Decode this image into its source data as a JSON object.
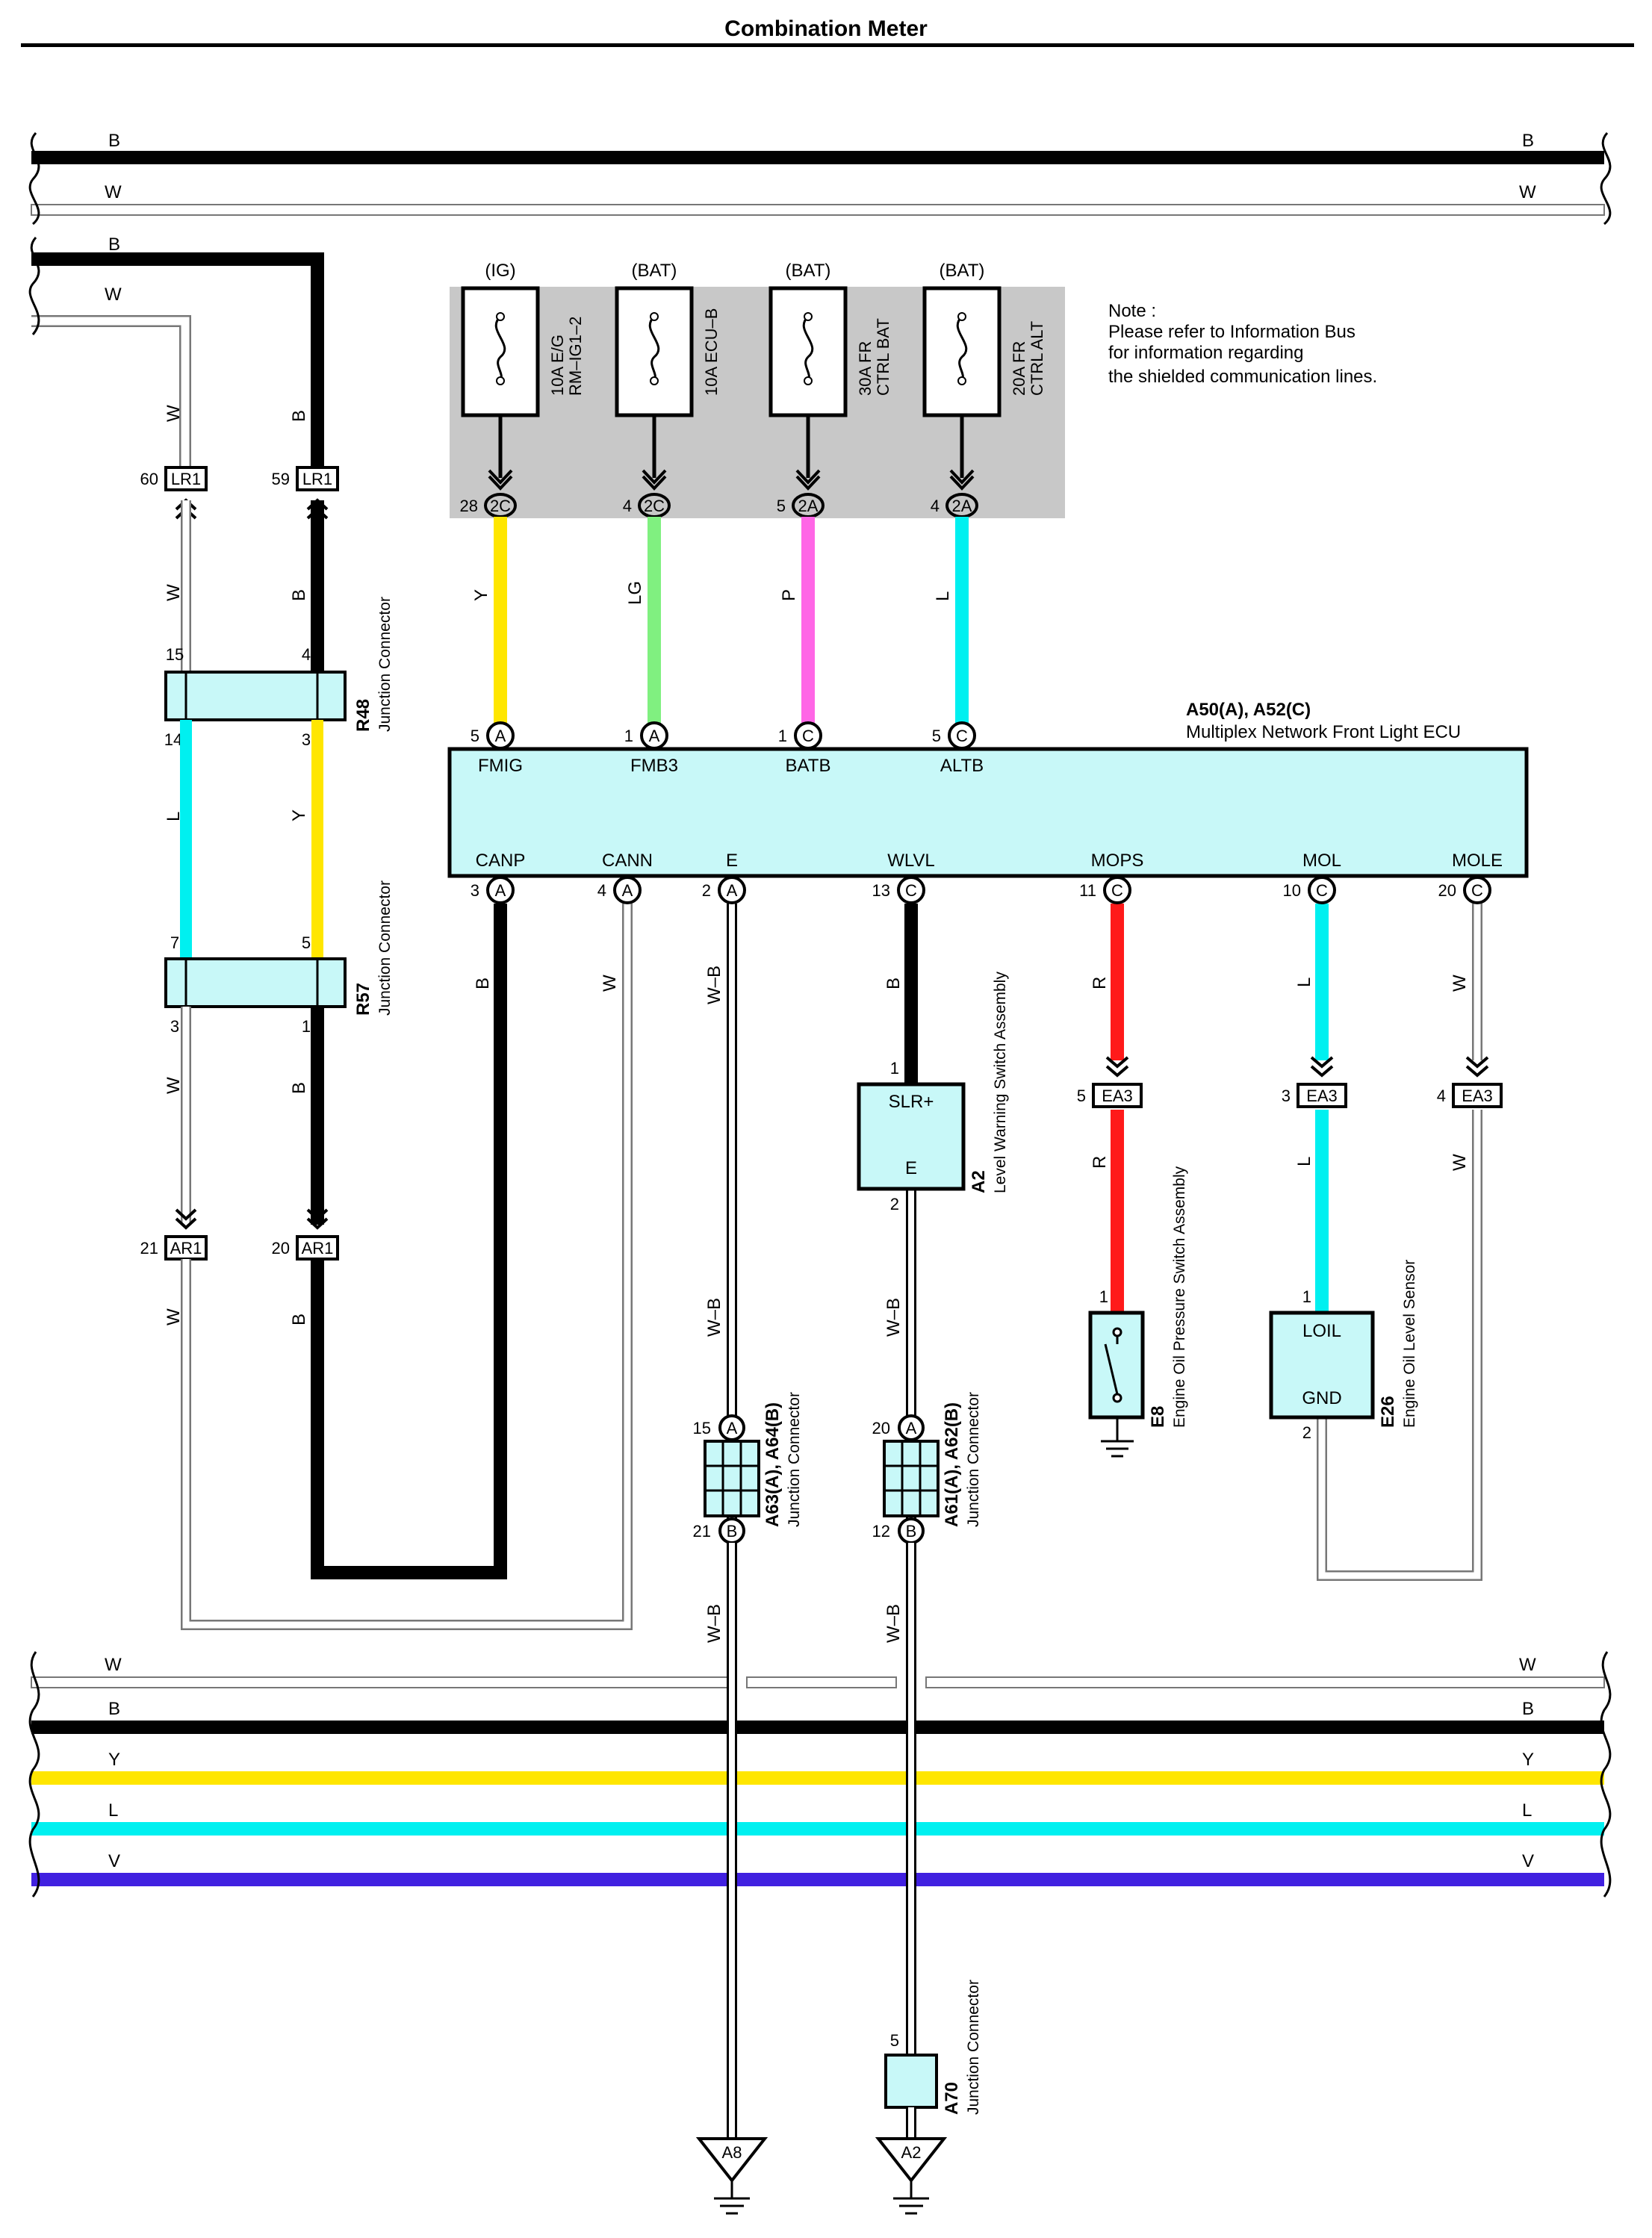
{
  "title": "Combination Meter",
  "note": {
    "heading": "Note :",
    "lines": [
      "Please refer to Information Bus",
      "for information regarding",
      "the shielded communication lines."
    ]
  },
  "colors": {
    "B": "#000000",
    "W": "#ffffff",
    "Y": "#ffe600",
    "LG": "#80f080",
    "P": "#ff66e6",
    "L": "#00f0f0",
    "R": "#ff1a1a",
    "V": "#4020e0",
    "connector": "#c8f8f8",
    "fuse_box": "#c8c8c8"
  },
  "top_buses": [
    {
      "id": "top-b",
      "label": "B"
    },
    {
      "id": "top-w",
      "label": "W"
    }
  ],
  "bottom_buses": [
    {
      "id": "bot-w",
      "label": "W"
    },
    {
      "id": "bot-b",
      "label": "B"
    },
    {
      "id": "bot-y",
      "label": "Y"
    },
    {
      "id": "bot-l",
      "label": "L"
    },
    {
      "id": "bot-v",
      "label": "V"
    }
  ],
  "left_branch": {
    "b_label": "B",
    "w_label": "W",
    "lr1_w": {
      "pin": "60",
      "name": "LR1"
    },
    "lr1_b": {
      "pin": "59",
      "name": "LR1"
    },
    "ar1_w": {
      "pin": "21",
      "name": "AR1"
    },
    "ar1_b": {
      "pin": "20",
      "name": "AR1"
    },
    "wire_labels": {
      "w_top": "W",
      "b_top": "B",
      "w_mid": "W",
      "b_mid": "B",
      "l_mid": "L",
      "y_mid": "Y",
      "w_low": "W",
      "b_low": "B",
      "w_bot": "W",
      "b_bot": "B"
    },
    "r48": {
      "id": "R48",
      "desc": "Junction Connector",
      "pins": [
        "15",
        "4",
        "14",
        "3"
      ]
    },
    "r57": {
      "id": "R57",
      "desc": "Junction Connector",
      "pins": [
        "7",
        "5",
        "3",
        "1"
      ]
    }
  },
  "fuses": [
    {
      "source": "(IG)",
      "rating": "10A E/G",
      "name": "RM–IG1–2",
      "pin": "28",
      "conn": "2C",
      "wire": "Y"
    },
    {
      "source": "(BAT)",
      "rating": "10A ECU–B",
      "name": "",
      "pin": "4",
      "conn": "2C",
      "wire": "LG"
    },
    {
      "source": "(BAT)",
      "rating": "30A FR",
      "name": "CTRL BAT",
      "pin": "5",
      "conn": "2A",
      "wire": "P"
    },
    {
      "source": "(BAT)",
      "rating": "20A FR",
      "name": "CTRL ALT",
      "pin": "4",
      "conn": "2A",
      "wire": "L"
    }
  ],
  "ecu": {
    "id": "A50(A), A52(C)",
    "name": "Multiplex Network Front Light ECU",
    "top_terminals": [
      {
        "pin": "5",
        "conn": "A",
        "name": "FMIG"
      },
      {
        "pin": "1",
        "conn": "A",
        "name": "FMB3"
      },
      {
        "pin": "1",
        "conn": "C",
        "name": "BATB"
      },
      {
        "pin": "5",
        "conn": "C",
        "name": "ALTB"
      }
    ],
    "bottom_terminals": [
      {
        "pin": "3",
        "conn": "A",
        "name": "CANP",
        "wire": "B"
      },
      {
        "pin": "4",
        "conn": "A",
        "name": "CANN",
        "wire": "W"
      },
      {
        "pin": "2",
        "conn": "A",
        "name": "E",
        "wire": "W–B"
      },
      {
        "pin": "13",
        "conn": "C",
        "name": "WLVL",
        "wire": "B"
      },
      {
        "pin": "11",
        "conn": "C",
        "name": "MOPS",
        "wire": "R"
      },
      {
        "pin": "10",
        "conn": "C",
        "name": "MOL",
        "wire": "L"
      },
      {
        "pin": "20",
        "conn": "C",
        "name": "MOLE",
        "wire": "W"
      }
    ]
  },
  "ea3": [
    {
      "pin": "5",
      "name": "EA3",
      "wire_below": "R"
    },
    {
      "pin": "3",
      "name": "EA3",
      "wire_below": "L"
    },
    {
      "pin": "4",
      "name": "EA3",
      "wire_below": "W"
    }
  ],
  "a2": {
    "id": "A2",
    "desc": "Level Warning Switch Assembly",
    "pin_top": "1",
    "pin_bot": "2",
    "t1": "SLR+",
    "t2": "E"
  },
  "e8": {
    "id": "E8",
    "desc": "Engine Oil Pressure Switch Assembly",
    "pin": "1"
  },
  "e26": {
    "id": "E26",
    "desc": "Engine Oil Level Sensor",
    "pin_top": "1",
    "pin_bot": "2",
    "t1": "LOIL",
    "t2": "GND"
  },
  "a63": {
    "id": "A63(A), A64(B)",
    "desc": "Junction Connector",
    "pin_a": "15",
    "conn_a": "A",
    "pin_b": "21",
    "conn_b": "B"
  },
  "a61": {
    "id": "A61(A), A62(B)",
    "desc": "Junction Connector",
    "pin_a": "20",
    "conn_a": "A",
    "pin_b": "12",
    "conn_b": "B"
  },
  "a70": {
    "id": "A70",
    "desc": "Junction Connector",
    "pin": "5"
  },
  "grounds": [
    {
      "name": "A8"
    },
    {
      "name": "A2"
    }
  ],
  "wb_labels": [
    "W–B",
    "W–B",
    "W–B",
    "W–B",
    "W–B"
  ]
}
